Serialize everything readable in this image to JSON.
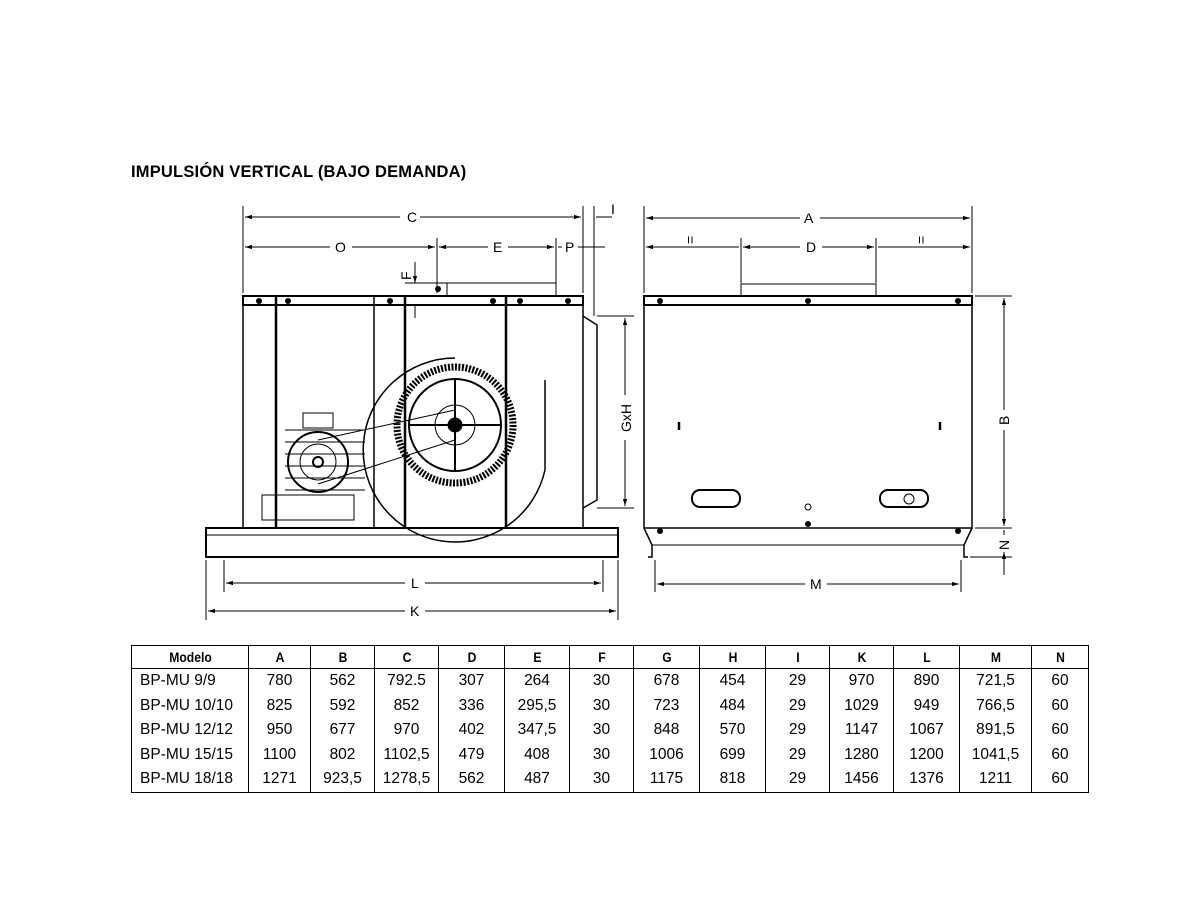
{
  "title": "IMPULSIÓN VERTICAL (BAJO DEMANDA)",
  "side_view_labels": {
    "C": "C",
    "I": "I",
    "O": "O",
    "E": "E",
    "P": "P",
    "F": "F",
    "GxH": "GxH",
    "L": "L",
    "K": "K"
  },
  "front_view_labels": {
    "A": "A",
    "D": "D",
    "B": "B",
    "N": "N",
    "M": "M",
    "eq_left": "=",
    "eq_right": "="
  },
  "table": {
    "headers": [
      "Modelo",
      "A",
      "B",
      "C",
      "D",
      "E",
      "F",
      "G",
      "H",
      "I",
      "K",
      "L",
      "M",
      "N"
    ],
    "rows": [
      [
        "BP-MU 9/9",
        "780",
        "562",
        "792.5",
        "307",
        "264",
        "30",
        "678",
        "454",
        "29",
        "970",
        "890",
        "721,5",
        "60"
      ],
      [
        "BP-MU 10/10",
        "825",
        "592",
        "852",
        "336",
        "295,5",
        "30",
        "723",
        "484",
        "29",
        "1029",
        "949",
        "766,5",
        "60"
      ],
      [
        "BP-MU 12/12",
        "950",
        "677",
        "970",
        "402",
        "347,5",
        "30",
        "848",
        "570",
        "29",
        "1147",
        "1067",
        "891,5",
        "60"
      ],
      [
        "BP-MU 15/15",
        "1100",
        "802",
        "1102,5",
        "479",
        "408",
        "30",
        "1006",
        "699",
        "29",
        "1280",
        "1200",
        "1041,5",
        "60"
      ],
      [
        "BP-MU 18/18",
        "1271",
        "923,5",
        "1278,5",
        "562",
        "487",
        "30",
        "1175",
        "818",
        "29",
        "1456",
        "1376",
        "1211",
        "60"
      ]
    ]
  }
}
